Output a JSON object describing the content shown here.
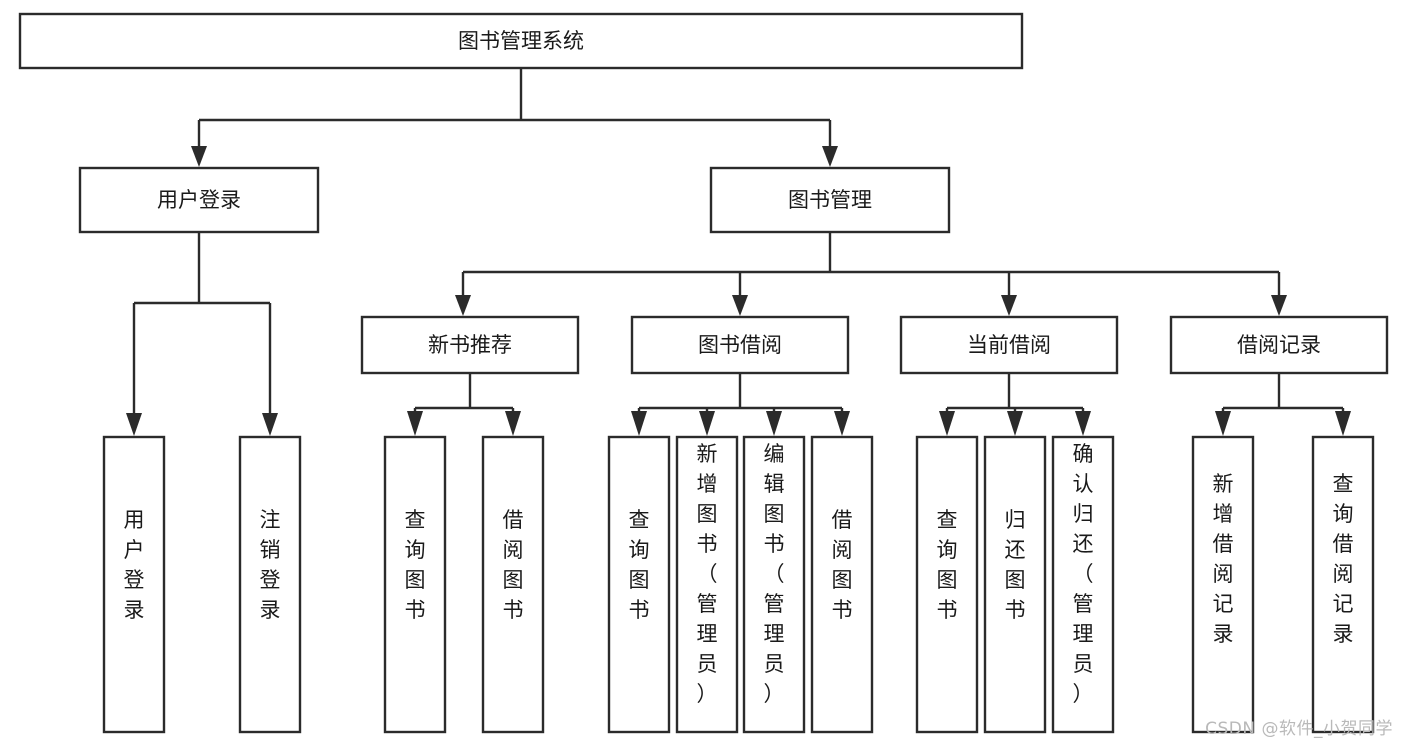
{
  "diagram": {
    "type": "tree-hierarchy",
    "orientation": "top-down",
    "root": {
      "id": "root",
      "label": "图书管理系统"
    },
    "level2": [
      {
        "id": "user-login",
        "label": "用户登录"
      },
      {
        "id": "book-manage",
        "label": "图书管理"
      }
    ],
    "level3": [
      {
        "id": "new-book-rec",
        "label": "新书推荐",
        "parent": "book-manage"
      },
      {
        "id": "book-borrow",
        "label": "图书借阅",
        "parent": "book-manage"
      },
      {
        "id": "current-borrow",
        "label": "当前借阅",
        "parent": "book-manage"
      },
      {
        "id": "borrow-record",
        "label": "借阅记录",
        "parent": "book-manage"
      }
    ],
    "leaves": [
      {
        "id": "leaf-user-login",
        "label": "用户登录",
        "parent": "user-login"
      },
      {
        "id": "leaf-logout",
        "label": "注销登录",
        "parent": "user-login"
      },
      {
        "id": "leaf-query-book-1",
        "label": "查询图书",
        "parent": "new-book-rec"
      },
      {
        "id": "leaf-borrow-book-1",
        "label": "借阅图书",
        "parent": "new-book-rec"
      },
      {
        "id": "leaf-query-book-2",
        "label": "查询图书",
        "parent": "book-borrow"
      },
      {
        "id": "leaf-add-book",
        "label": "新增图书（管理员）",
        "parent": "book-borrow"
      },
      {
        "id": "leaf-edit-book",
        "label": "编辑图书（管理员）",
        "parent": "book-borrow"
      },
      {
        "id": "leaf-borrow-book-2",
        "label": "借阅图书",
        "parent": "book-borrow"
      },
      {
        "id": "leaf-query-book-3",
        "label": "查询图书",
        "parent": "current-borrow"
      },
      {
        "id": "leaf-return-book",
        "label": "归还图书",
        "parent": "current-borrow"
      },
      {
        "id": "leaf-confirm-return",
        "label": "确认归还（管理员）",
        "parent": "current-borrow"
      },
      {
        "id": "leaf-add-record",
        "label": "新增借阅记录",
        "parent": "borrow-record"
      },
      {
        "id": "leaf-query-record",
        "label": "查询借阅记录",
        "parent": "borrow-record"
      }
    ],
    "colors": {
      "stroke": "#2b2b2b",
      "fill": "#ffffff",
      "text": "#1a1a1a",
      "watermark": "#b9b9b9"
    }
  },
  "watermark": {
    "text": "CSDN @软件_小贺同学"
  }
}
